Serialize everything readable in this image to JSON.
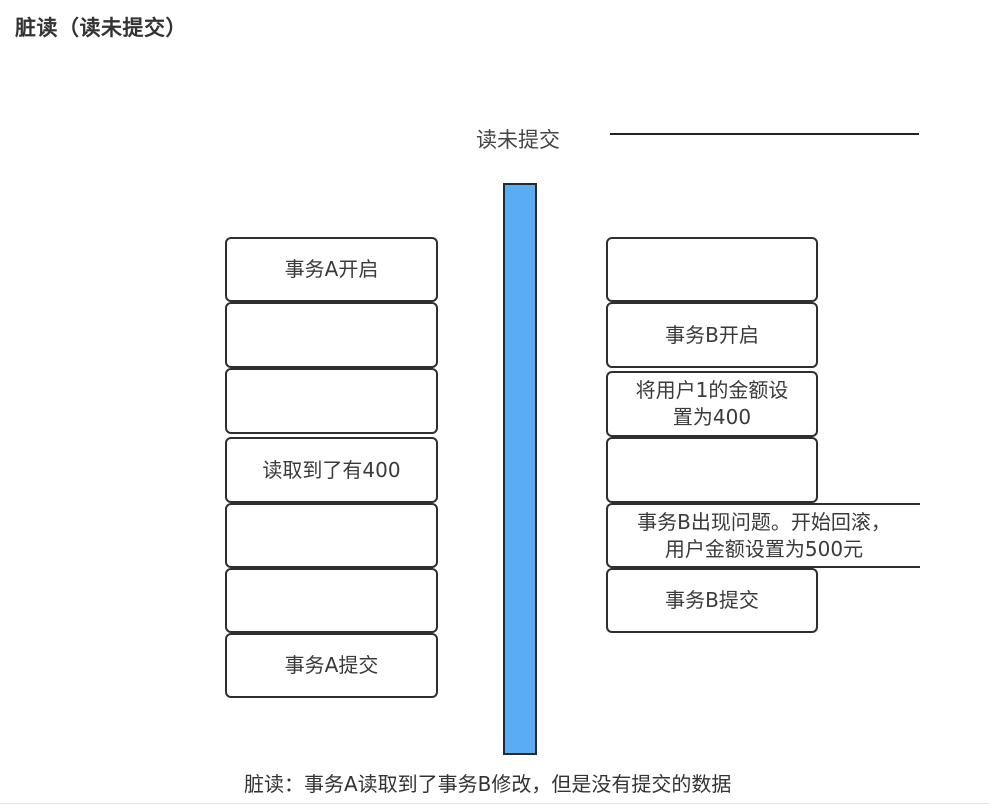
{
  "heading": {
    "title": "脏读（读未提交）"
  },
  "diagram": {
    "timeline_label": "读未提交",
    "transaction_a": [
      "事务A开启",
      "",
      "",
      "读取到了有400",
      "",
      "",
      "事务A提交"
    ],
    "transaction_b": [
      "",
      "事务B开启",
      "将用户1的金额设置为400",
      "",
      "事务B出现问题。开始回滚，用户金额设置为500元",
      "事务B提交"
    ],
    "caption": "脏读：事务A读取到了事务B修改，但是没有提交的数据",
    "colors": {
      "time_bar": "#5aadf2",
      "border": "#2f2f2f"
    }
  }
}
